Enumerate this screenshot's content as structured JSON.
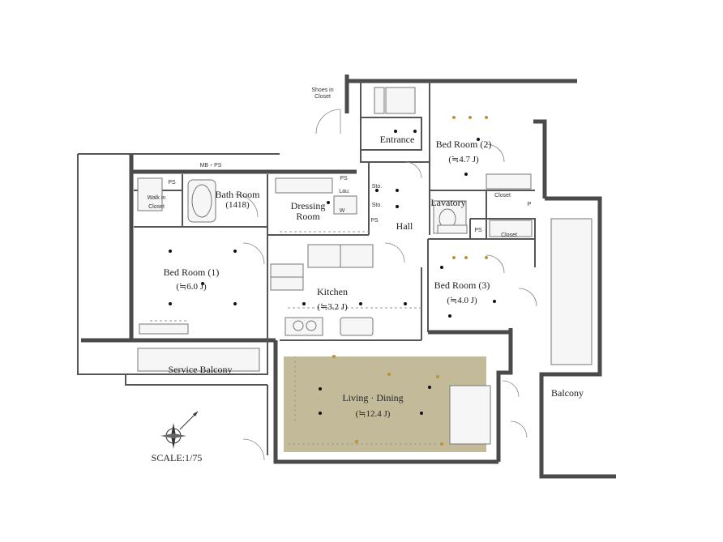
{
  "rooms": {
    "shoes_in_closet": [
      "Shoes in",
      "Closet"
    ],
    "entrance": "Entrance",
    "bedroom2": {
      "name": "Bed Room (2)",
      "area": "(≒4.7 J)"
    },
    "mb_ps": "MB・PS",
    "ps": "PS",
    "walk_in_closet": [
      "Walk in",
      "Closet"
    ],
    "bath_room": {
      "name": "Bath Room",
      "size": "(1418)"
    },
    "dressing_room": [
      "Dressing",
      "Room"
    ],
    "lau": "Lau.",
    "sto": "Sto.",
    "w": "W",
    "hall": "Hall",
    "lavatory": "Lavatory",
    "closet": "Closet",
    "p": "P",
    "bedroom1": {
      "name": "Bed Room (1)",
      "area": "(≒6.0 J)"
    },
    "kitchen": {
      "name": "Kitchen",
      "area": "(≒3.2 J)"
    },
    "bedroom3": {
      "name": "Bed Room (3)",
      "area": "(≒4.0 J)"
    },
    "service_balcony": "Service Balcony",
    "living_dining": {
      "name": "Living · Dining",
      "area": "(≒12.4 J)"
    },
    "balcony": "Balcony"
  },
  "scale": "SCALE:1/75",
  "colors": {
    "living_fill": "#bdb28f",
    "wall": "#4a4a4a",
    "accent_gold": "#b8933f"
  },
  "icons": {
    "compass": "compass-rose-icon"
  }
}
